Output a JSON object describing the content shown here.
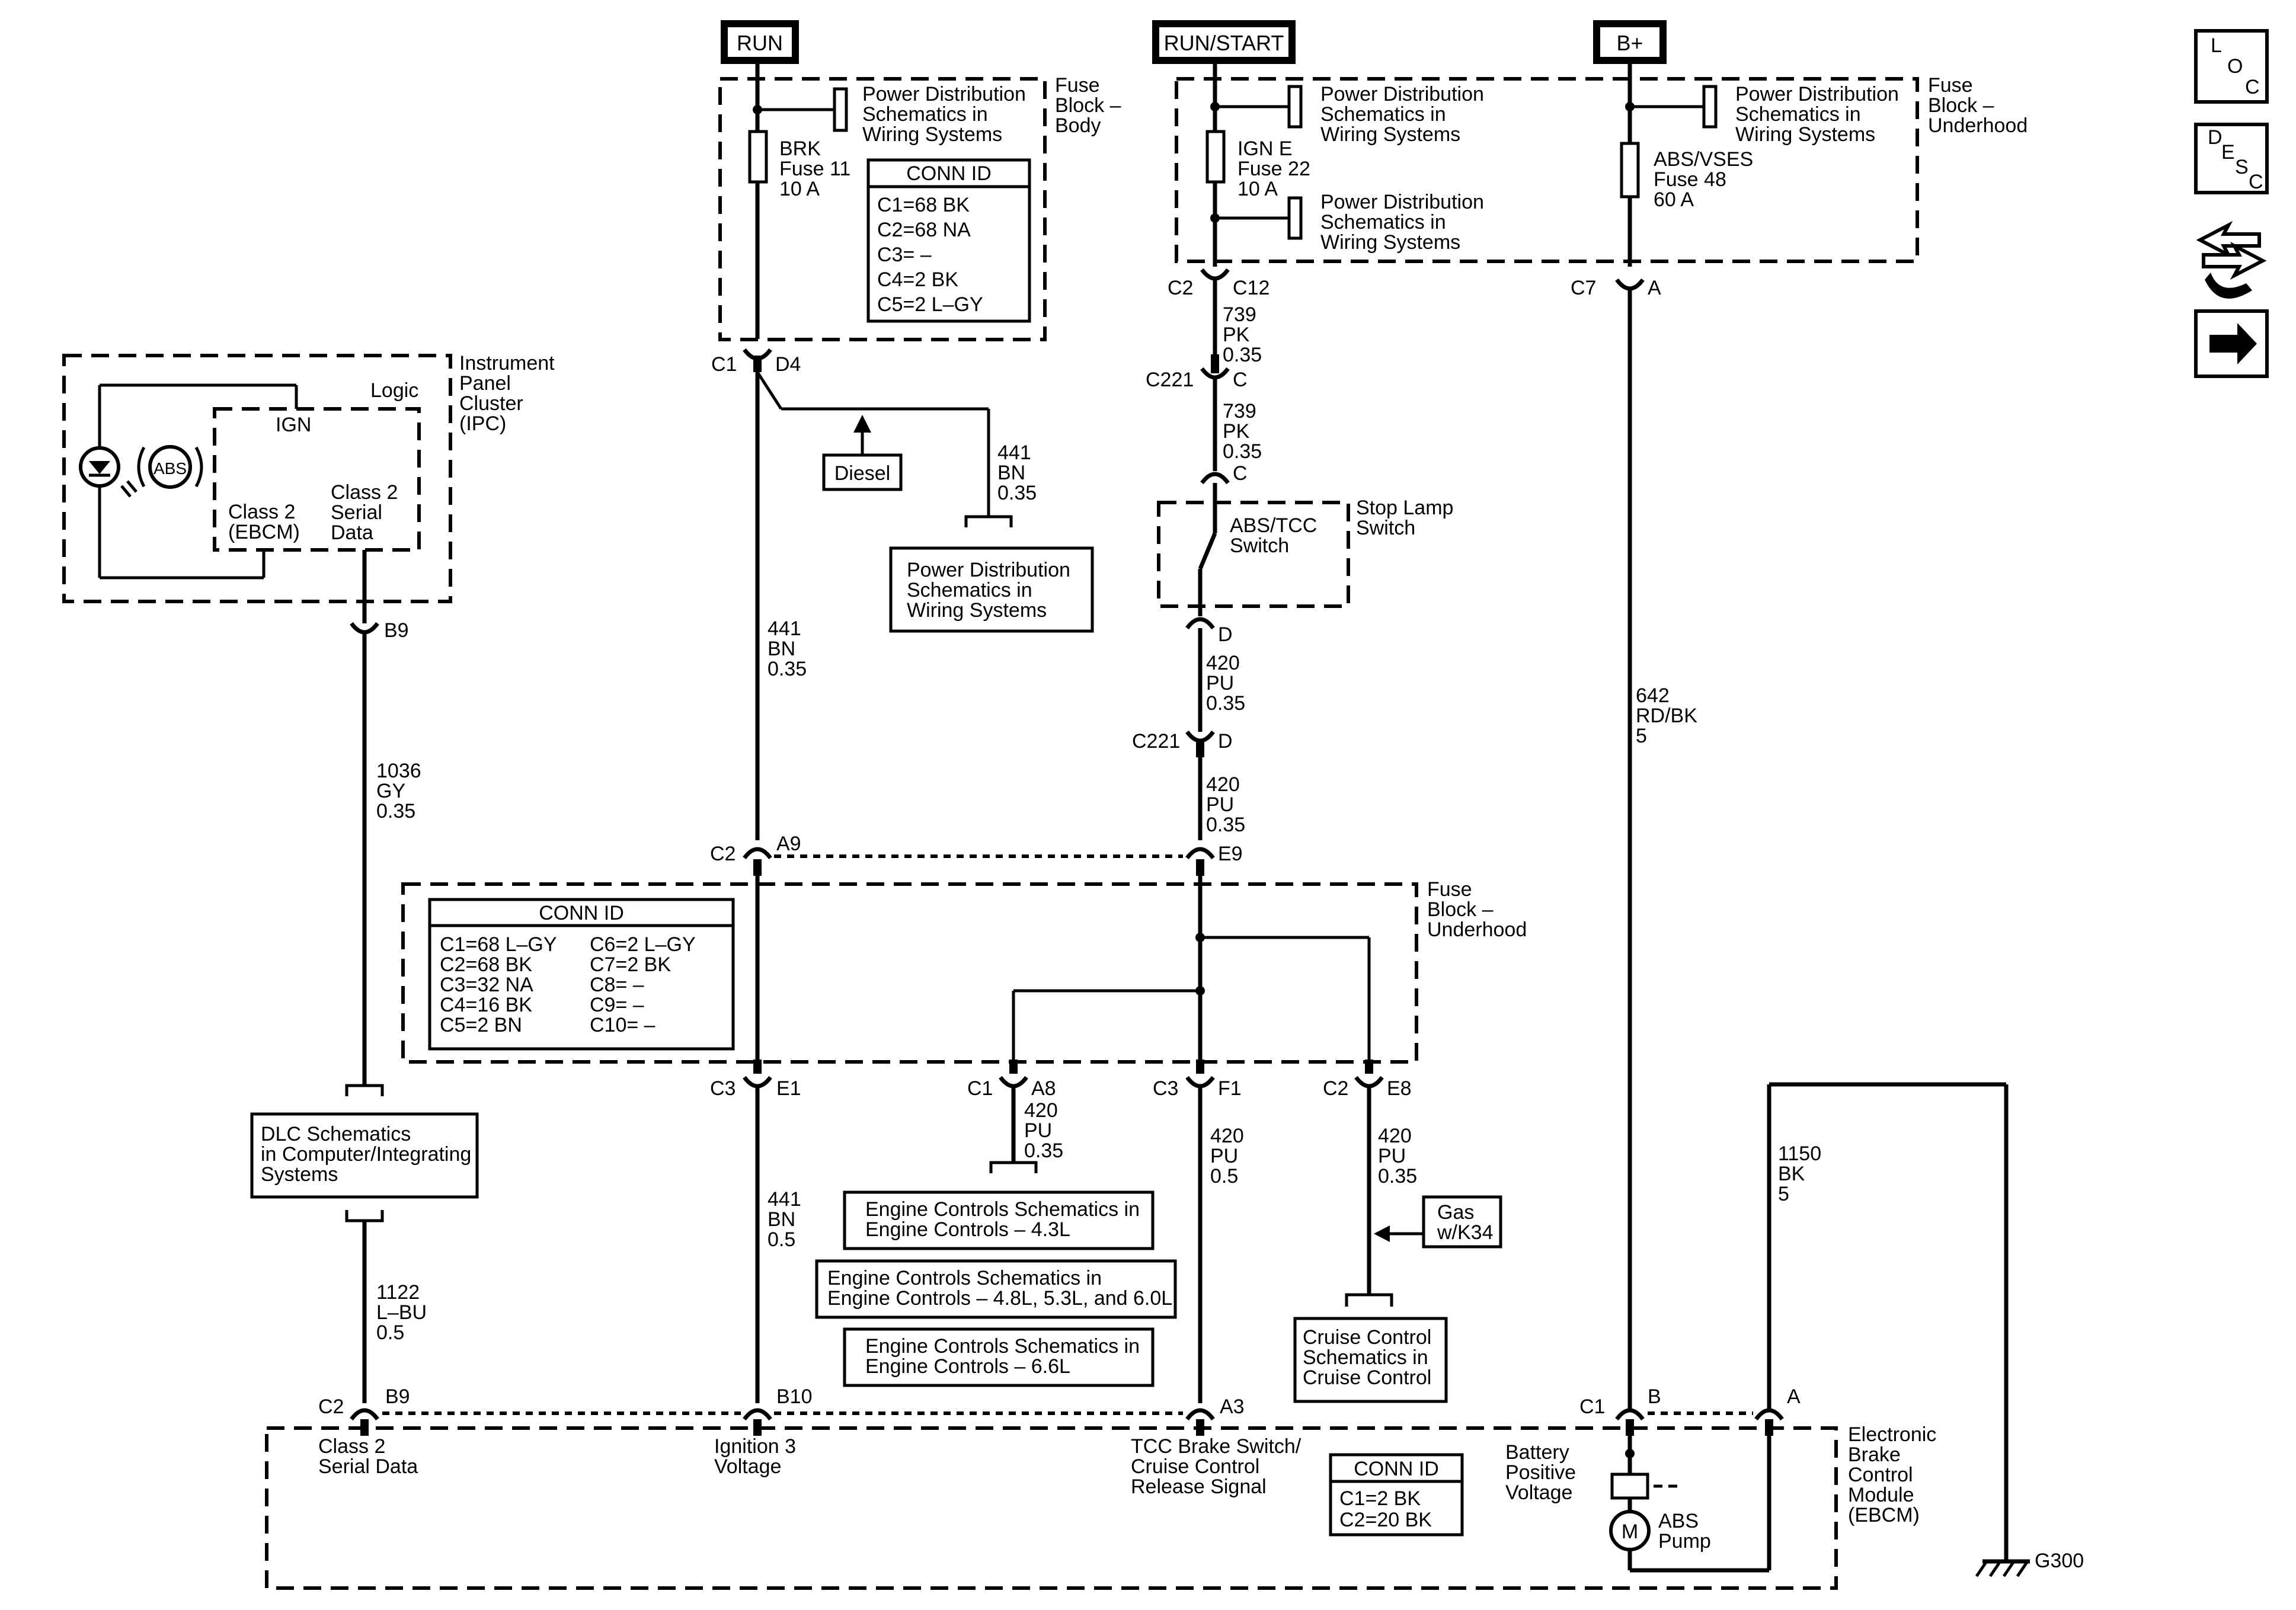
{
  "power_sources": {
    "run": "RUN",
    "run_start": "RUN/START",
    "b_plus": "B+"
  },
  "pds_ref": {
    "line1": "Power Distribution",
    "line2": "Schematics in",
    "line3": "Wiring Systems"
  },
  "fuse_block_body": {
    "label1": "Fuse",
    "label2": "Block –",
    "label3": "Body",
    "fuse_name": "BRK",
    "fuse_num": "Fuse 11",
    "fuse_amps": "10 A",
    "conn_title": "CONN ID",
    "conns": [
      "C1=68 BK",
      "C2=68 NA",
      "C3= –",
      "C4=2 BK",
      "C5=2 L–GY"
    ]
  },
  "fuse_block_underhood_top": {
    "label1": "Fuse",
    "label2": "Block –",
    "label3": "Underhood",
    "ign_fuse_name": "IGN E",
    "ign_fuse_num": "Fuse 22",
    "ign_fuse_amps": "10 A",
    "abs_fuse_name": "ABS/VSES",
    "abs_fuse_num": "Fuse 48",
    "abs_fuse_amps": "60 A"
  },
  "ipc": {
    "label1": "Instrument",
    "label2": "Panel",
    "label3": "Cluster",
    "label4": "(IPC)",
    "logic": "Logic",
    "ign": "IGN",
    "abs": "ABS",
    "class2_ebcm_1": "Class 2",
    "class2_ebcm_2": "(EBCM)",
    "class2_serial_1": "Class 2",
    "class2_serial_2": "Serial",
    "class2_serial_3": "Data"
  },
  "connectors": {
    "c1": "C1",
    "d4": "D4",
    "c2": "C2",
    "c12": "C12",
    "c7": "C7",
    "a": "A",
    "c221": "C221",
    "c": "C",
    "d": "D",
    "b9": "B9",
    "a9": "A9",
    "e9": "E9",
    "c3": "C3",
    "e1": "E1",
    "a8": "A8",
    "f1": "F1",
    "e8": "E8",
    "b10": "B10",
    "a3": "A3",
    "b": "B"
  },
  "wires": {
    "w441": "441",
    "bn": "BN",
    "g035": "0.35",
    "g05": "0.5",
    "g5": "5",
    "w739": "739",
    "pk": "PK",
    "w420": "420",
    "pu": "PU",
    "w642": "642",
    "rdbk": "RD/BK",
    "w1036": "1036",
    "gy": "GY",
    "w1122": "1122",
    "lbu": "L–BU",
    "w1150": "1150",
    "bk": "BK"
  },
  "diesel": "Diesel",
  "stop_lamp": {
    "switch_1": "ABS/TCC",
    "switch_2": "Switch",
    "label_1": "Stop Lamp",
    "label_2": "Switch"
  },
  "fuse_block_underhood_mid": {
    "label1": "Fuse",
    "label2": "Block –",
    "label3": "Underhood",
    "conn_title": "CONN ID",
    "conns_left": [
      "C1=68 L–GY",
      "C2=68 BK",
      "C3=32 NA",
      "C4=16 BK",
      "C5=2 BN"
    ],
    "conns_right": [
      "C6=2 L–GY",
      "C7=2 BK",
      "C8= –",
      "C9= –",
      "C10= –"
    ]
  },
  "dlc": {
    "line1": "DLC Schematics",
    "line2": "in Computer/Integrating",
    "line3": "Systems"
  },
  "engine_controls": {
    "e43_1": "Engine Controls Schematics in",
    "e43_2": "Engine Controls – 4.3L",
    "e48_1": "Engine Controls Schematics in",
    "e48_2": "Engine Controls – 4.8L, 5.3L, and 6.0L",
    "e66_1": "Engine Controls Schematics in",
    "e66_2": "Engine Controls – 6.6L"
  },
  "gas": {
    "line1": "Gas",
    "line2": "w/K34"
  },
  "cruise": {
    "line1": "Cruise Control",
    "line2": "Schematics in",
    "line3": "Cruise Control"
  },
  "ebcm": {
    "label1": "Electronic",
    "label2": "Brake",
    "label3": "Control",
    "label4": "Module",
    "label5": "(EBCM)",
    "class2_1": "Class 2",
    "class2_2": "Serial Data",
    "ign3_1": "Ignition 3",
    "ign3_2": "Voltage",
    "tcc_1": "TCC Brake Switch/",
    "tcc_2": "Cruise Control",
    "tcc_3": "Release Signal",
    "conn_title": "CONN ID",
    "conns": [
      "C1=2 BK",
      "C2=20 BK"
    ],
    "batt_1": "Battery",
    "batt_2": "Positive",
    "batt_3": "Voltage",
    "pump_1": "ABS",
    "pump_2": "Pump",
    "motor": "M"
  },
  "ground": "G300",
  "nav_icons": {
    "loc_l": "L",
    "loc_o": "O",
    "loc_c": "C",
    "desc_d": "D",
    "desc_e": "E",
    "desc_s": "S",
    "desc_c": "C"
  }
}
